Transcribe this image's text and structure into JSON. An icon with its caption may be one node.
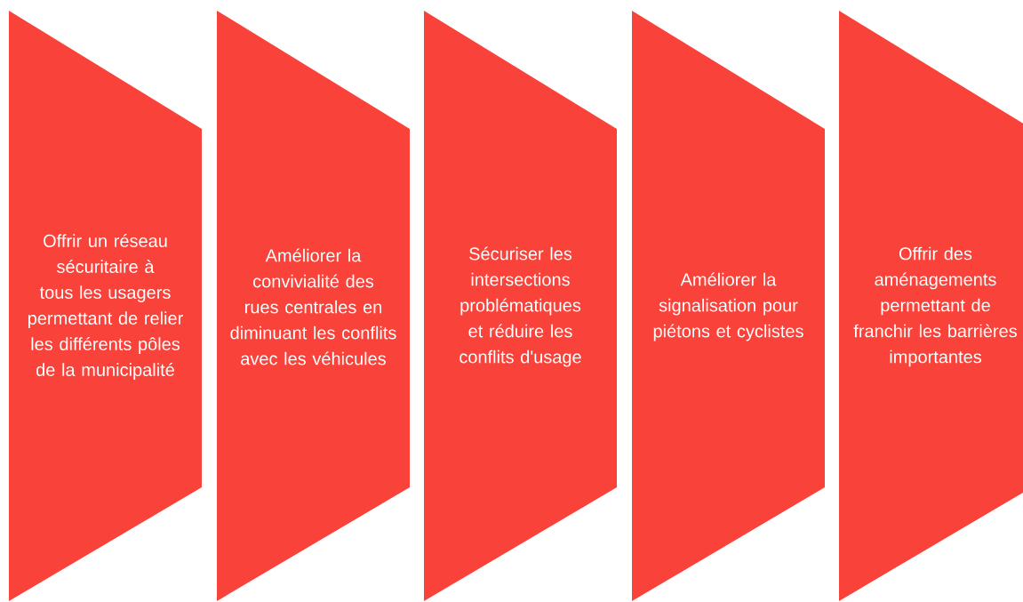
{
  "diagram": {
    "nodes": [
      {
        "text": [
          "Offrir un réseau sécuritaire à tous les usagers permettant de relier les différents pôles de la municipalité"
        ]
      },
      {
        "text": [
          "Améliorer la convivialité des rues centrales en diminuant les conflits avec les véhicules"
        ]
      },
      {
        "text": [
          "Sécuriser les intersections problématiques et réduire les conflits d'usage"
        ]
      },
      {
        "text": [
          "Améliorer la signalisation pour piétons et cyclistes"
        ]
      },
      {
        "text": [
          "Offrir des aménagements permettant de franchir les barrières importantes"
        ]
      }
    ]
  }
}
